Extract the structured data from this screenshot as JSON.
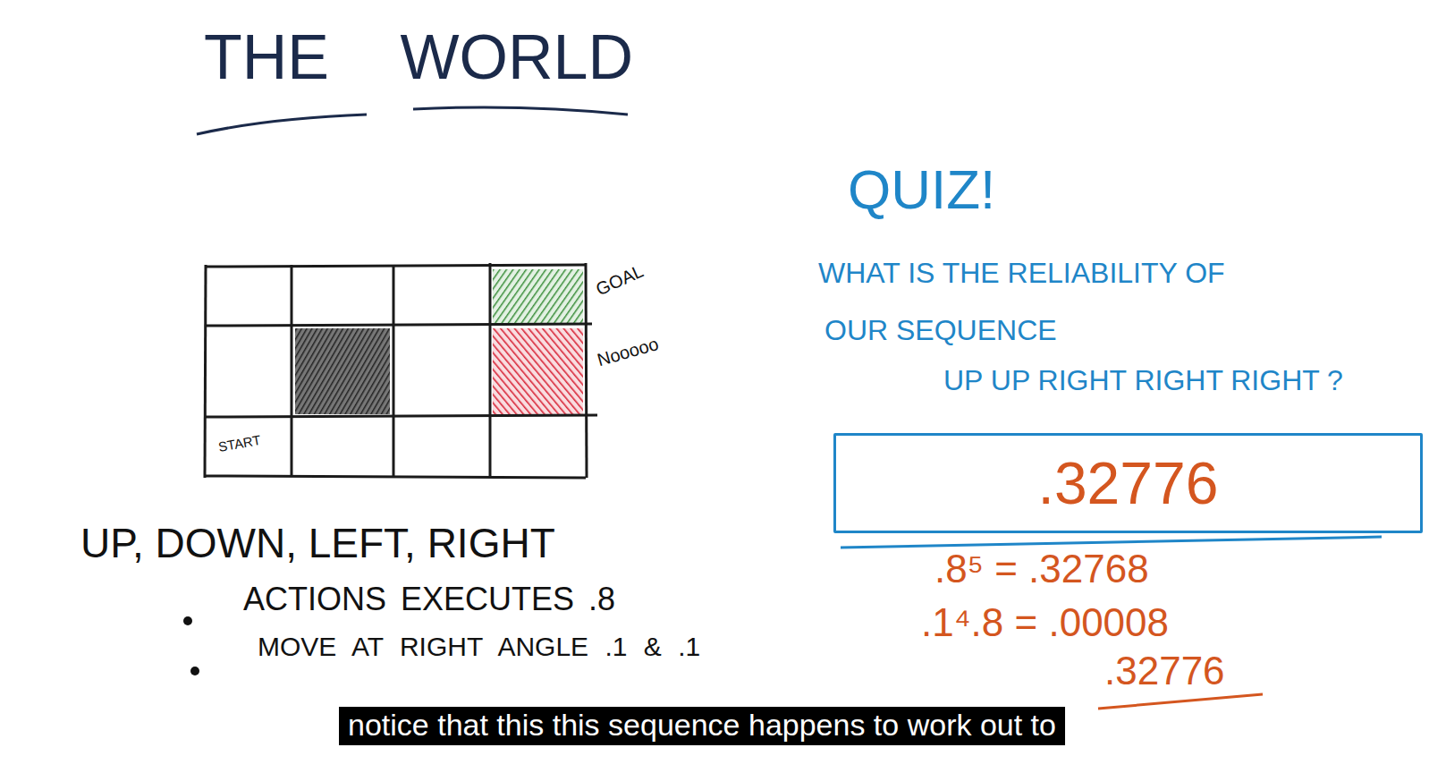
{
  "diagram": {
    "title": "THE WORLD",
    "caption": "notice that this this sequence happens to work out to",
    "nodes": [
      {
        "text": [
          "GOAL"
        ]
      },
      {
        "text": [
          "Nooooo"
        ]
      },
      {
        "text": [
          "START"
        ]
      },
      {
        "text": [
          ".32776"
        ]
      }
    ],
    "labels": [
      "UP, DOWN, LEFT, RIGHT",
      "ACTIONS EXECUTES .8",
      "MOVE AT RIGHT ANGLE .1 & .1",
      "QUIZ!",
      "WHAT IS THE RELIABILITY OF",
      "OUR SEQUENCE",
      "UP UP RIGHT RIGHT RIGHT ?",
      ".8⁵ = .32768",
      ".1⁴.8 = .00008",
      ".32776"
    ]
  }
}
